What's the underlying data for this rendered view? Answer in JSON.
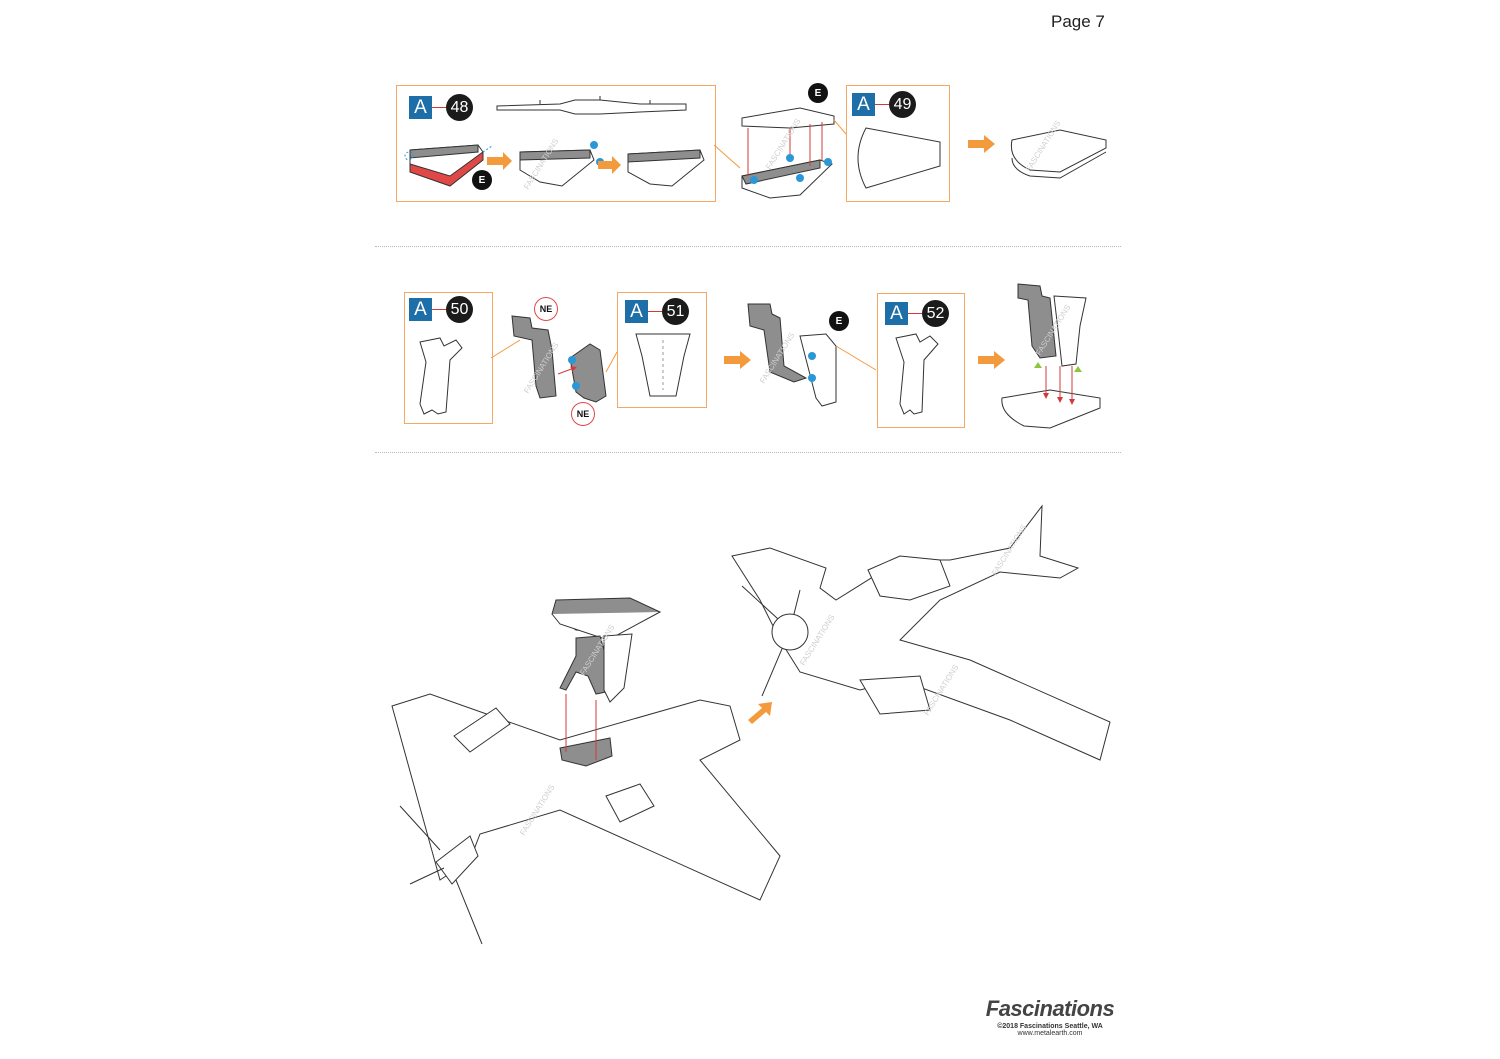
{
  "page": {
    "number_label": "Page 7"
  },
  "row1": {
    "step48": {
      "sheet": "A",
      "number": "48"
    },
    "step49": {
      "sheet": "A",
      "number": "49"
    },
    "tag_e1": "E",
    "tag_e2": "E"
  },
  "row2": {
    "step50": {
      "sheet": "A",
      "number": "50"
    },
    "step51": {
      "sheet": "A",
      "number": "51"
    },
    "step52": {
      "sheet": "A",
      "number": "52"
    },
    "tag_ne1": "NE",
    "tag_ne2": "NE",
    "tag_e": "E"
  },
  "colors": {
    "accent_orange": "#f39a3d",
    "box_border": "#f5a766",
    "sheet_blue": "#1e6ea8",
    "part_gray": "#8e8e8e",
    "glue_dot": "#2a97d6",
    "guide_red": "#d23a3a",
    "tab_green": "#8cc63f"
  },
  "footer": {
    "brand": "Fascinations",
    "copyright": "©2018 Fascinations Seattle, WA",
    "url": "www.metalearth.com"
  }
}
